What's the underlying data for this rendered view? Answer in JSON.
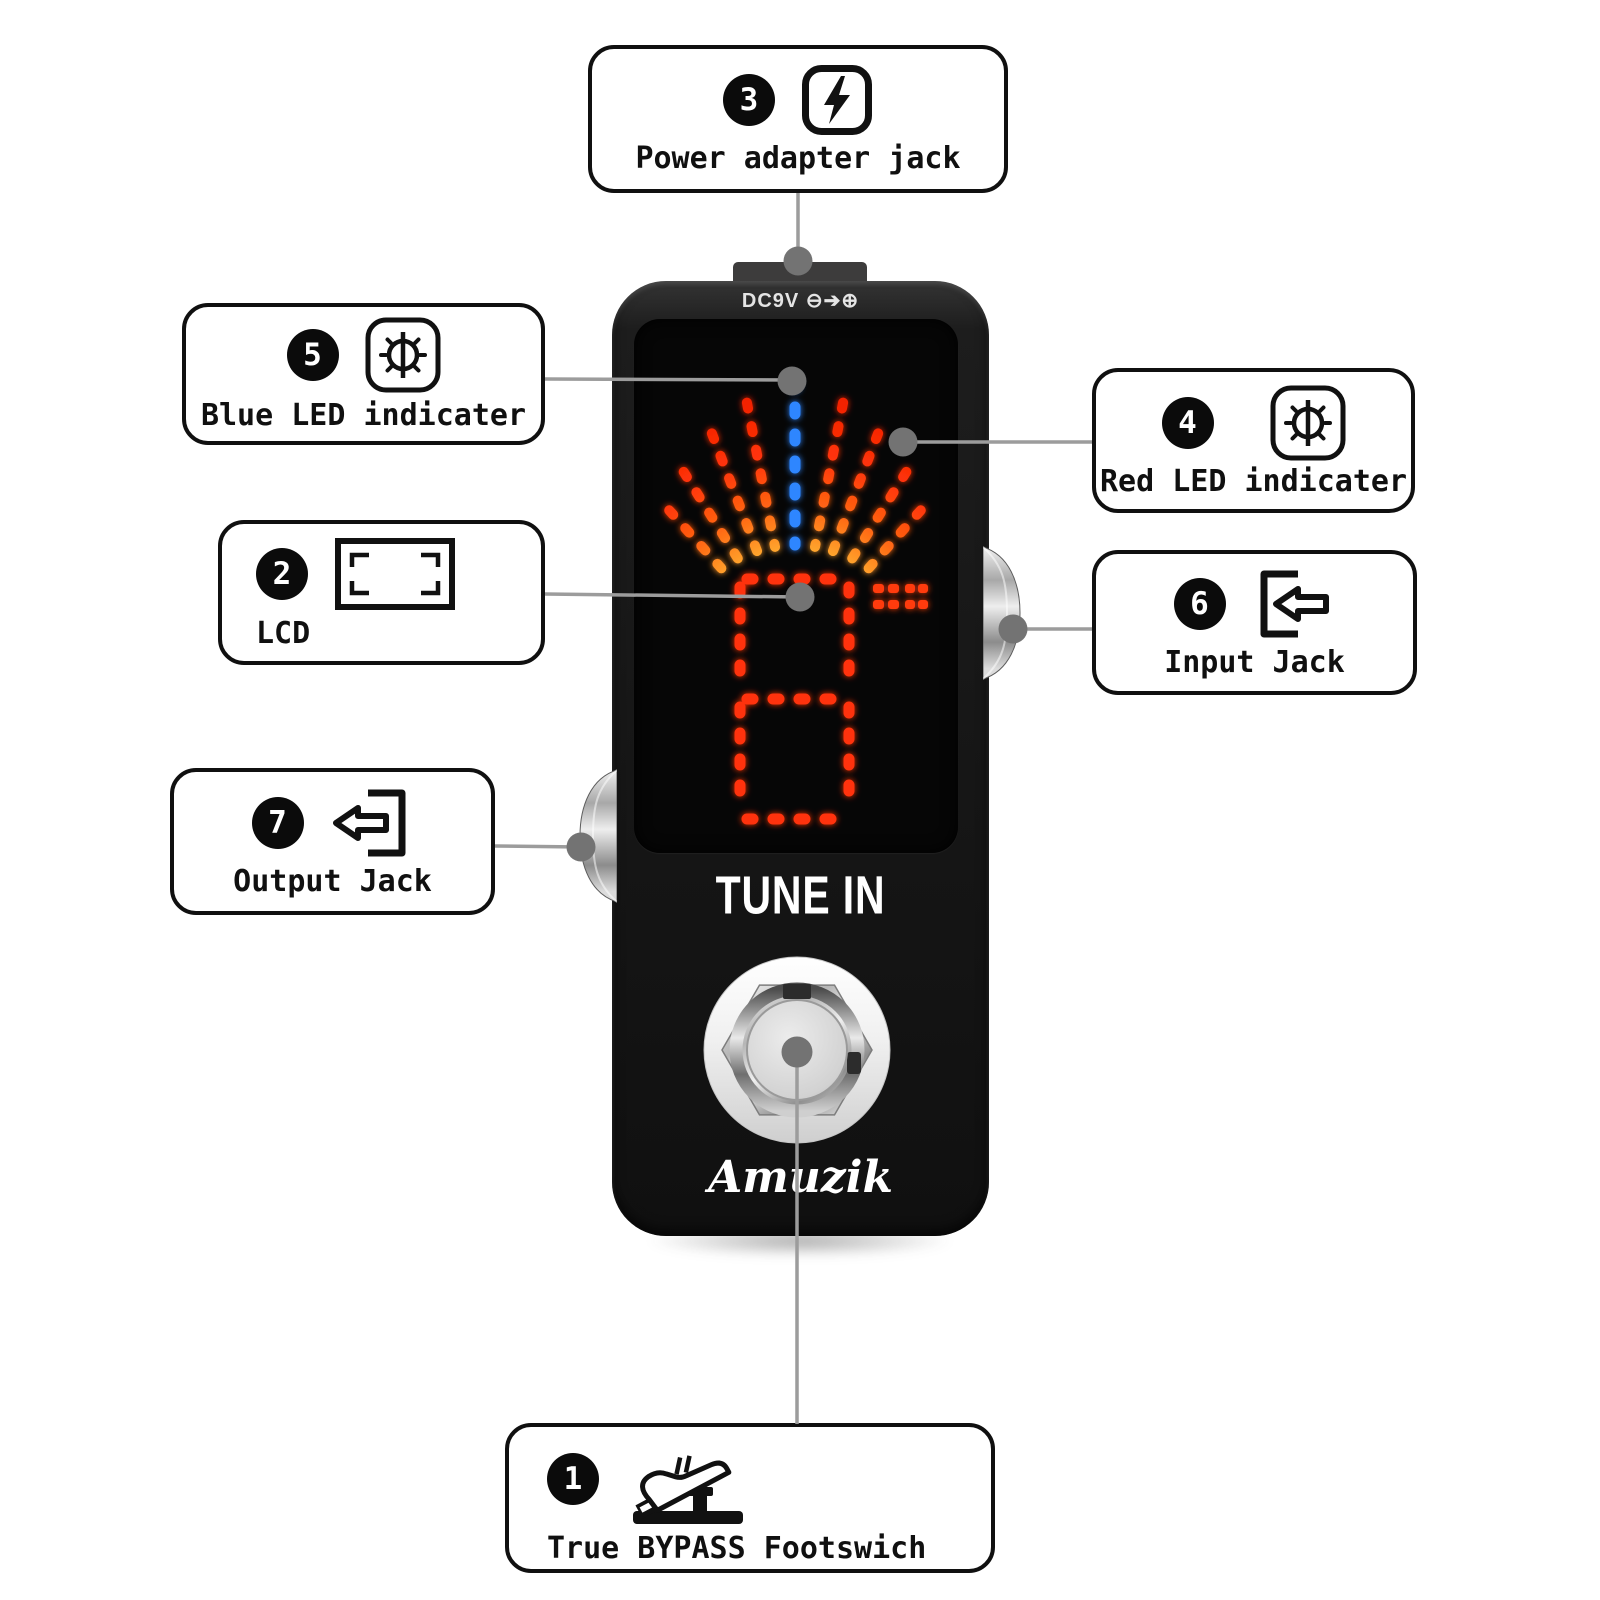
{
  "product": {
    "name": "TUNE IN",
    "brand": "Amuzik",
    "power_print": "DC9V ⊖➔⊕"
  },
  "display": {
    "digit": "8",
    "blue_led_color": "#2e86ff",
    "red_led_color": "#ff330a",
    "screen_color": "#060606"
  },
  "callouts": [
    {
      "number": "1",
      "label": "True BYPASS Footswich",
      "icon": "foot-pedal-icon"
    },
    {
      "number": "2",
      "label": "LCD",
      "icon": "lcd-screen-icon"
    },
    {
      "number": "3",
      "label": "Power adapter jack",
      "icon": "lightning-icon"
    },
    {
      "number": "4",
      "label": "Red LED indicater",
      "icon": "brightness-icon"
    },
    {
      "number": "5",
      "label": "Blue LED indicater",
      "icon": "brightness-icon"
    },
    {
      "number": "6",
      "label": "Input Jack",
      "icon": "arrow-into-bracket-icon"
    },
    {
      "number": "7",
      "label": "Output Jack",
      "icon": "arrow-out-of-bracket-icon"
    }
  ],
  "colors": {
    "callout_border": "#101010",
    "connector_line": "#9c9c9c",
    "connector_dot": "#737373",
    "pedal_body": "#171717",
    "label_text": "#101010"
  }
}
